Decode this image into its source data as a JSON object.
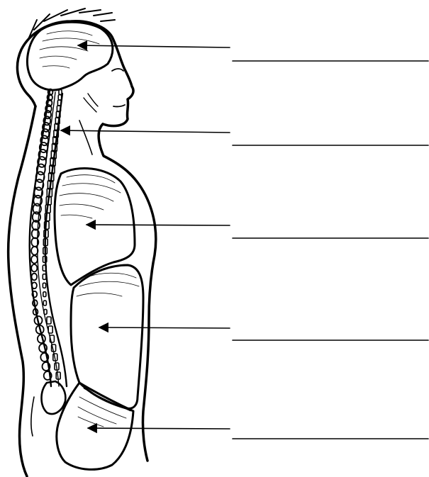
{
  "diagram": {
    "kind": "blank anatomical labeling worksheet",
    "ink_color": "#000000",
    "background_color": "#ffffff",
    "callouts": [
      {
        "id": "callout-1",
        "label": "",
        "points_to": "brain"
      },
      {
        "id": "callout-2",
        "label": "",
        "points_to": "spinal-cord"
      },
      {
        "id": "callout-3",
        "label": "",
        "points_to": "thoracic-cavity"
      },
      {
        "id": "callout-4",
        "label": "",
        "points_to": "abdominal-cavity"
      },
      {
        "id": "callout-5",
        "label": "",
        "points_to": "pelvic-cavity"
      }
    ]
  }
}
